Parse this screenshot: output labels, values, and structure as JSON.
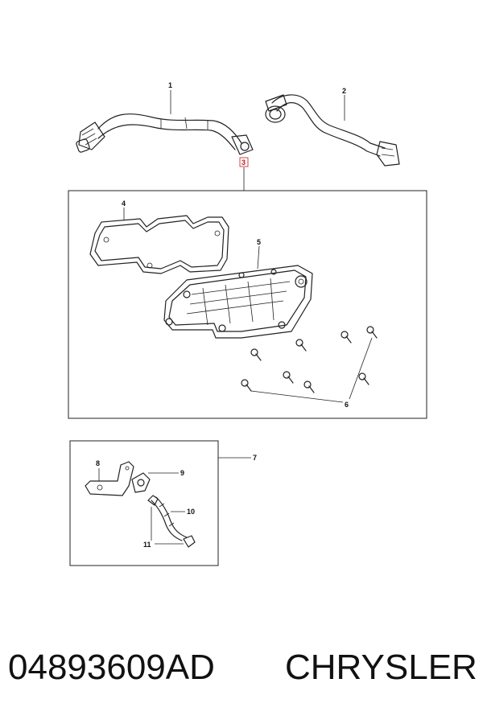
{
  "callouts": {
    "c1": "1",
    "c2": "2",
    "c3": "3",
    "c4": "4",
    "c5": "5",
    "c6": "6",
    "c7": "7",
    "c8": "8",
    "c9": "9",
    "c10": "10",
    "c11": "11"
  },
  "caption": {
    "part_number": "04893609AD",
    "brand": "CHRYSLER"
  },
  "colors": {
    "line": "#222222",
    "highlight_callout": "#c21b1b",
    "background": "#ffffff"
  }
}
